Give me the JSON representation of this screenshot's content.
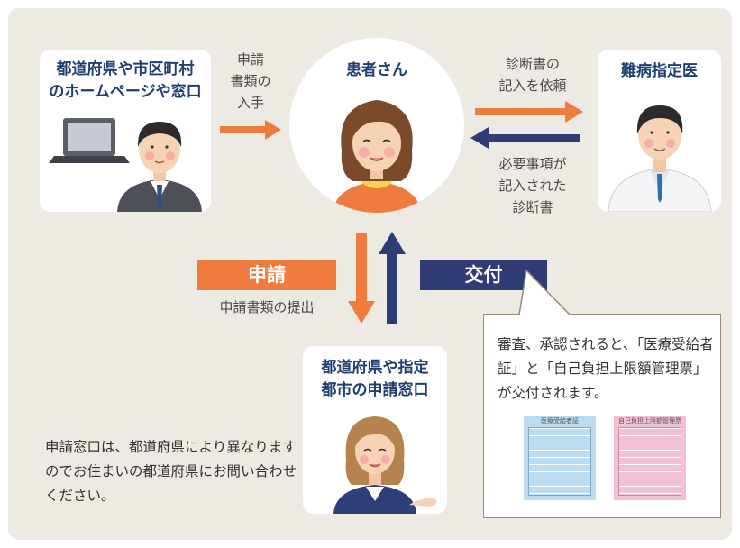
{
  "colors": {
    "orange": "#ef7b3e",
    "navy": "#303c75",
    "panel": "#edeae3",
    "title": "#1f3f73"
  },
  "cards": {
    "municipality": {
      "title_line1": "都道府県や市区町村",
      "title_line2": "のホームページや窓口"
    },
    "patient": {
      "title": "患者さん"
    },
    "doctor": {
      "title": "難病指定医"
    },
    "office": {
      "title_line1": "都道府県や指定",
      "title_line2": "都市の申請窓口"
    }
  },
  "labels": {
    "obtain": [
      "申請",
      "書類の",
      "入手"
    ],
    "request": [
      "診断書の",
      "記入を依頼"
    ],
    "returned": [
      "必要事項が",
      "記入された",
      "診断書"
    ],
    "submit_caption": "申請書類の提出"
  },
  "tags": {
    "apply": "申請",
    "issue": "交付"
  },
  "bubble": {
    "text": "審査、承認されると、「医療受給者証」と「自己負担上限額管理票」が交付されます。",
    "cert1": "医療受給者証",
    "cert2": "自己負担上限額管理票"
  },
  "note": "申請窓口は、都道府県により異なりますのでお住まいの都道府県にお問い合わせください。",
  "icons": [
    "laptop-icon",
    "businessman-illustration",
    "patient-woman-illustration",
    "doctor-illustration",
    "receptionist-illustration"
  ]
}
